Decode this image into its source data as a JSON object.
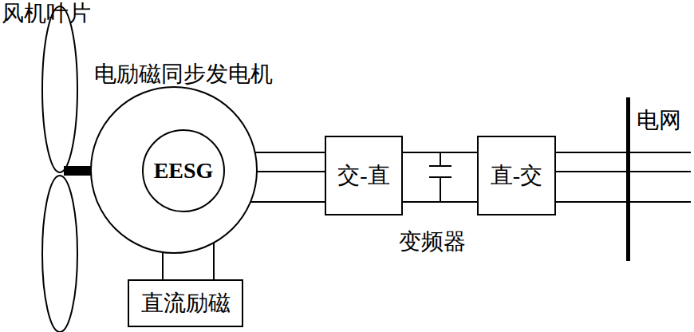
{
  "diagram": {
    "nodes": [
      {
        "text": [
          "电励磁同步发电机"
        ]
      },
      {
        "text": [
          "EESG"
        ],
        "in": 0
      },
      {
        "text": [
          "直流励磁"
        ]
      },
      {
        "text": [
          "交-直"
        ]
      },
      {
        "text": [
          "直-交"
        ]
      },
      {
        "text": [
          "电网"
        ]
      }
    ],
    "edges": [
      {
        "from": 1,
        "to": 2,
        "arrow": "none"
      },
      {
        "from": 0,
        "to": 3,
        "arrow": "none"
      },
      {
        "from": 3,
        "to": 4,
        "arrow": "none"
      },
      {
        "from": 4,
        "to": 5,
        "arrow": "none"
      }
    ],
    "labels": [
      "风机叶片",
      "变频器"
    ]
  }
}
